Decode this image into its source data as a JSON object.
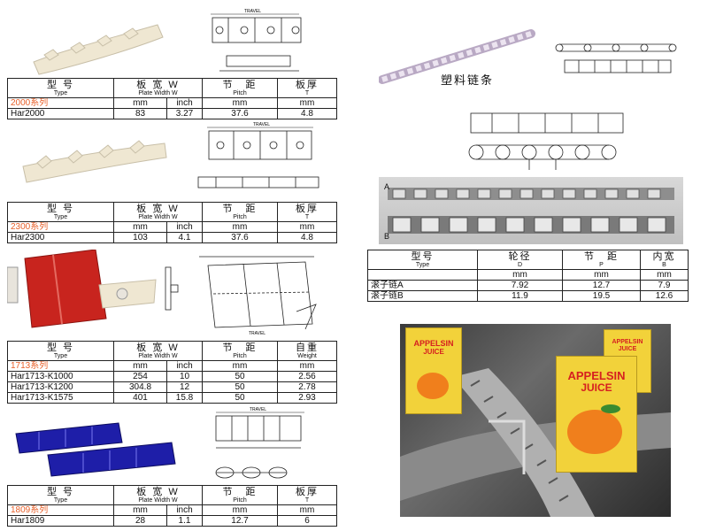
{
  "header_pitch_cn": "节　距",
  "header_pitch_en": "Pitch",
  "header_width_cn": "板 宽 W",
  "header_width_en": "Plate Width W",
  "header_type_cn": "型 号",
  "header_type_en": "Type",
  "header_thickness_cn": "板厚",
  "header_thickness_en": "T",
  "header_weight_cn": "自重",
  "header_weight_en": "Weight",
  "unit_mm": "mm",
  "unit_inch": "inch",
  "drawing_travel": "TRAVEL",
  "table_2000": {
    "series": "2000系列",
    "rows": [
      {
        "type": "Har2000",
        "mm": "83",
        "inch": "3.27",
        "pitch": "37.6",
        "last": "4.8"
      }
    ]
  },
  "table_2300": {
    "series": "2300系列",
    "rows": [
      {
        "type": "Har2300",
        "mm": "103",
        "inch": "4.1",
        "pitch": "37.6",
        "last": "4.8"
      }
    ]
  },
  "table_1713": {
    "series": "1713系列",
    "rows": [
      {
        "type": "Har1713-K1000",
        "mm": "254",
        "inch": "10",
        "pitch": "50",
        "last": "2.56"
      },
      {
        "type": "Har1713-K1200",
        "mm": "304.8",
        "inch": "12",
        "pitch": "50",
        "last": "2.78"
      },
      {
        "type": "Har1713-K1575",
        "mm": "401",
        "inch": "15.8",
        "pitch": "50",
        "last": "2.93"
      }
    ]
  },
  "table_1809": {
    "series": "1809系列",
    "rows": [
      {
        "type": "Har1809",
        "mm": "28",
        "inch": "1.1",
        "pitch": "12.7",
        "last": "6"
      }
    ]
  },
  "plastic_chain_caption": "塑料链条",
  "roller_photo_label_a": "A",
  "roller_photo_label_b": "B",
  "roller_table": {
    "headers": [
      {
        "cn": "型号",
        "en": "Type"
      },
      {
        "cn": "轮径",
        "en": "D"
      },
      {
        "cn": "节　距",
        "en": "P"
      },
      {
        "cn": "内宽",
        "en": "B"
      }
    ],
    "unit_row": [
      "",
      "mm",
      "mm",
      "mm"
    ],
    "rows": [
      {
        "type": "滚子链A",
        "d": "7.92",
        "p": "12.7",
        "b": "7.9"
      },
      {
        "type": "滚子链B",
        "d": "11.9",
        "p": "19.5",
        "b": "12.6"
      }
    ]
  },
  "carton_brand": "APPELSIN",
  "carton_product": "JUICE",
  "colors": {
    "series_orange": "#e8602a",
    "chain_white": "#efe7d2",
    "chain_red": "#c8241e",
    "chain_blue": "#1e1ea8",
    "carton_yellow": "#f2d23a"
  }
}
